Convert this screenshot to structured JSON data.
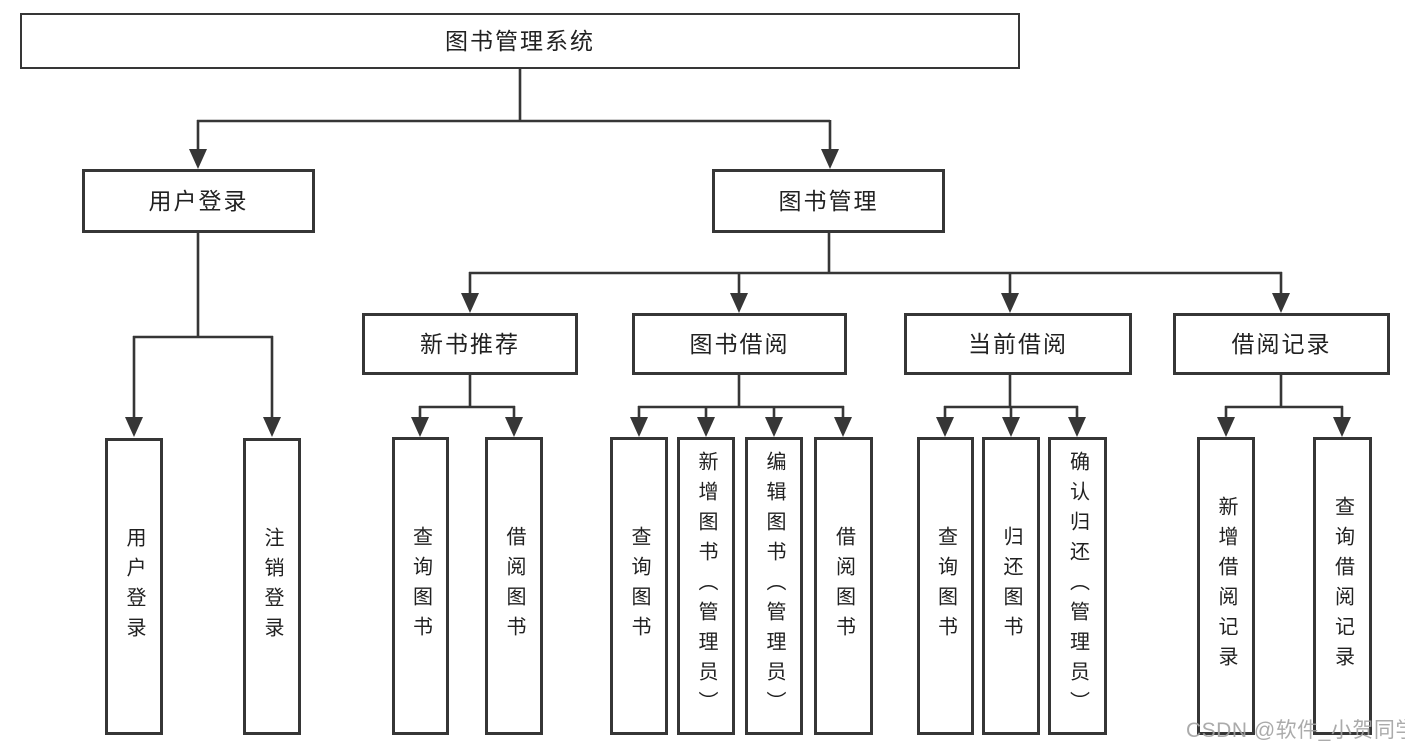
{
  "diagram": {
    "type": "hierarchy-tree",
    "title": "图书管理系统"
  },
  "colors": {
    "line": "#363636",
    "box_border": "#363636",
    "text": "#212121",
    "background": "#ffffff",
    "watermark": "#a3a3a3"
  },
  "nodes": {
    "root": {
      "label": "图书管理系统"
    },
    "user_login": {
      "label": "用户登录"
    },
    "book_management": {
      "label": "图书管理"
    },
    "login": {
      "label": "用户登录"
    },
    "logout": {
      "label": "注销登录"
    },
    "new_book_recommend": {
      "label": "新书推荐"
    },
    "book_borrowing": {
      "label": "图书借阅"
    },
    "current_borrowing": {
      "label": "当前借阅"
    },
    "borrowing_records": {
      "label": "借阅记录"
    },
    "recommend_search_books": {
      "label": "查询图书"
    },
    "recommend_borrow_books": {
      "label": "借阅图书"
    },
    "borrowing_search_books": {
      "label": "查询图书"
    },
    "borrowing_add_books": {
      "label": "新增图书（管理员）"
    },
    "borrowing_edit_books": {
      "label": "编辑图书（管理员）"
    },
    "borrowing_borrow_books": {
      "label": "借阅图书"
    },
    "current_search_books": {
      "label": "查询图书"
    },
    "current_return_books": {
      "label": "归还图书"
    },
    "current_confirm_return": {
      "label": "确认归还（管理员）"
    },
    "records_add_record": {
      "label": "新增借阅记录"
    },
    "records_search_record": {
      "label": "查询借阅记录"
    }
  },
  "edges": [
    [
      "root",
      "user_login"
    ],
    [
      "root",
      "book_management"
    ],
    [
      "user_login",
      "login"
    ],
    [
      "user_login",
      "logout"
    ],
    [
      "book_management",
      "new_book_recommend"
    ],
    [
      "book_management",
      "book_borrowing"
    ],
    [
      "book_management",
      "current_borrowing"
    ],
    [
      "book_management",
      "borrowing_records"
    ],
    [
      "new_book_recommend",
      "recommend_search_books"
    ],
    [
      "new_book_recommend",
      "recommend_borrow_books"
    ],
    [
      "book_borrowing",
      "borrowing_search_books"
    ],
    [
      "book_borrowing",
      "borrowing_add_books"
    ],
    [
      "book_borrowing",
      "borrowing_edit_books"
    ],
    [
      "book_borrowing",
      "borrowing_borrow_books"
    ],
    [
      "current_borrowing",
      "current_search_books"
    ],
    [
      "current_borrowing",
      "current_return_books"
    ],
    [
      "current_borrowing",
      "current_confirm_return"
    ],
    [
      "borrowing_records",
      "records_add_record"
    ],
    [
      "borrowing_records",
      "records_search_record"
    ]
  ],
  "watermark": {
    "text": "CSDN @软件_小贺同学"
  }
}
